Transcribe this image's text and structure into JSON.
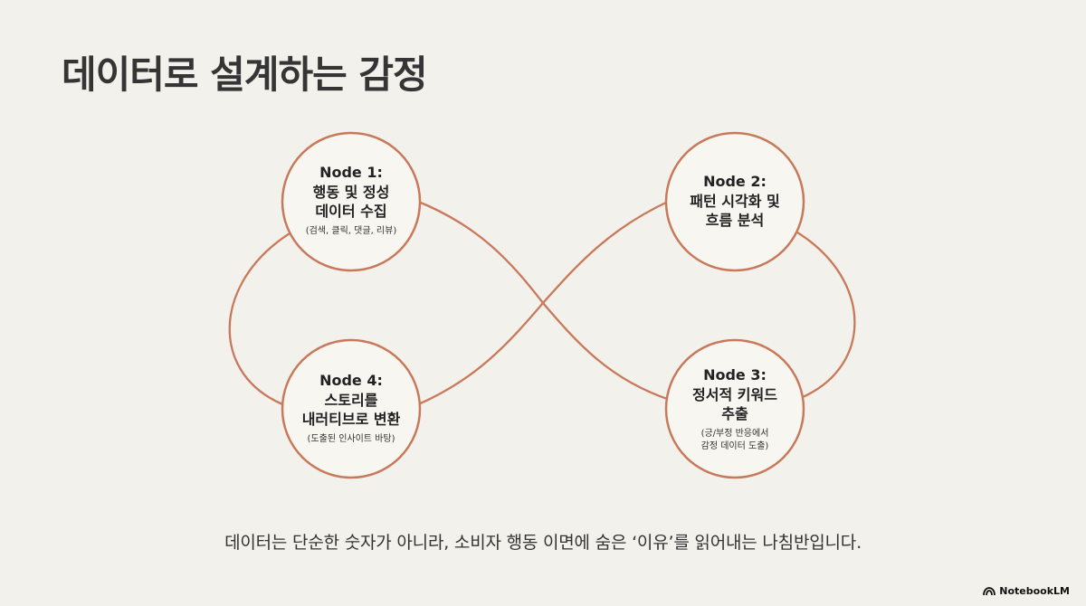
{
  "title": "데이터로 설계하는 감정",
  "nodes": [
    {
      "heading": "Node 1:\n행동 및 정성\n데이터 수집",
      "sub": "(검색, 클릭, 댓글, 리뷰)"
    },
    {
      "heading": "Node 2:\n패턴 시각화 및\n흐름 분석",
      "sub": ""
    },
    {
      "heading": "Node 3:\n정서적 키워드\n추출",
      "sub": "(긍/부정 반응에서\n감정 데이터 도출)"
    },
    {
      "heading": "Node 4:\n스토리를\n내러티브로 변환",
      "sub": "(도출된 인사이트 바탕)"
    }
  ],
  "caption": "데이터는 단순한 숫자가 아니라, 소비자 행동 이면에 숨은 ‘이유’를 읽어내는 나침반입니다.",
  "brand": {
    "label": "NotebookLM",
    "icon": "notebooklm-icon"
  },
  "colors": {
    "background": "#f3f1eb",
    "accent": "#c8795b",
    "circle_fill": "#f8f6f1"
  }
}
